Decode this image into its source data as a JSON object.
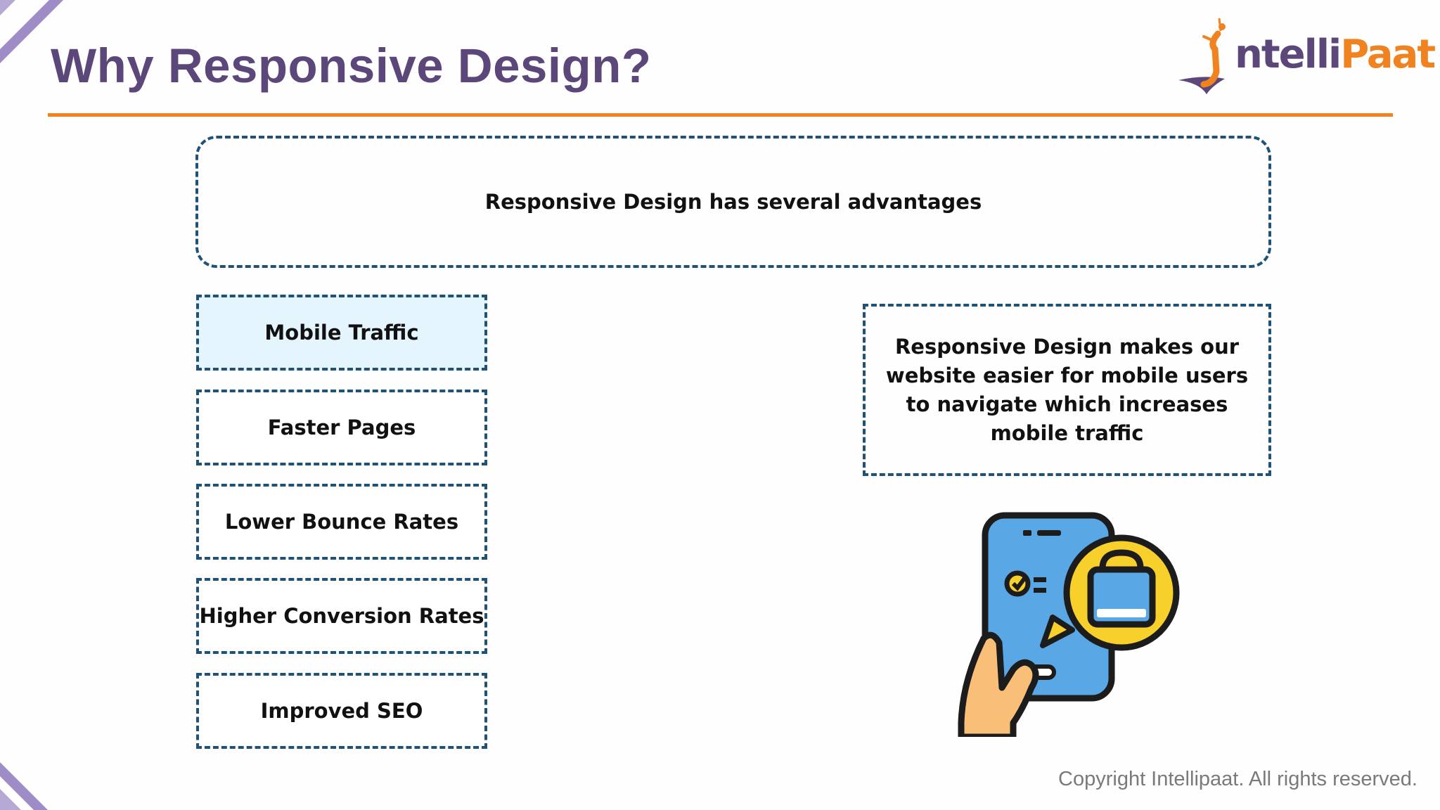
{
  "header": {
    "title": "Why Responsive Design?"
  },
  "logo": {
    "brand_part1": "ntelli",
    "brand_part2": "Paat"
  },
  "intro": {
    "text": "Responsive Design has several advantages"
  },
  "advantages": [
    {
      "label": "Mobile Traffic",
      "active": true
    },
    {
      "label": "Faster Pages",
      "active": false
    },
    {
      "label": "Lower Bounce Rates",
      "active": false
    },
    {
      "label": "Higher Conversion Rates",
      "active": false
    },
    {
      "label": "Improved SEO",
      "active": false
    }
  ],
  "detail": {
    "text": "Responsive Design makes our website easier for mobile users to navigate which increases mobile traffic"
  },
  "illustration": {
    "icon": "mobile-shopping-icon"
  },
  "footer": {
    "copyright": "Copyright Intellipaat. All rights reserved."
  },
  "colors": {
    "title": "#5b477a",
    "accent": "#f0821f",
    "dash_border": "#1e5277",
    "active_fill": "#e4f5fd",
    "corner_purple": "#a592c9"
  }
}
